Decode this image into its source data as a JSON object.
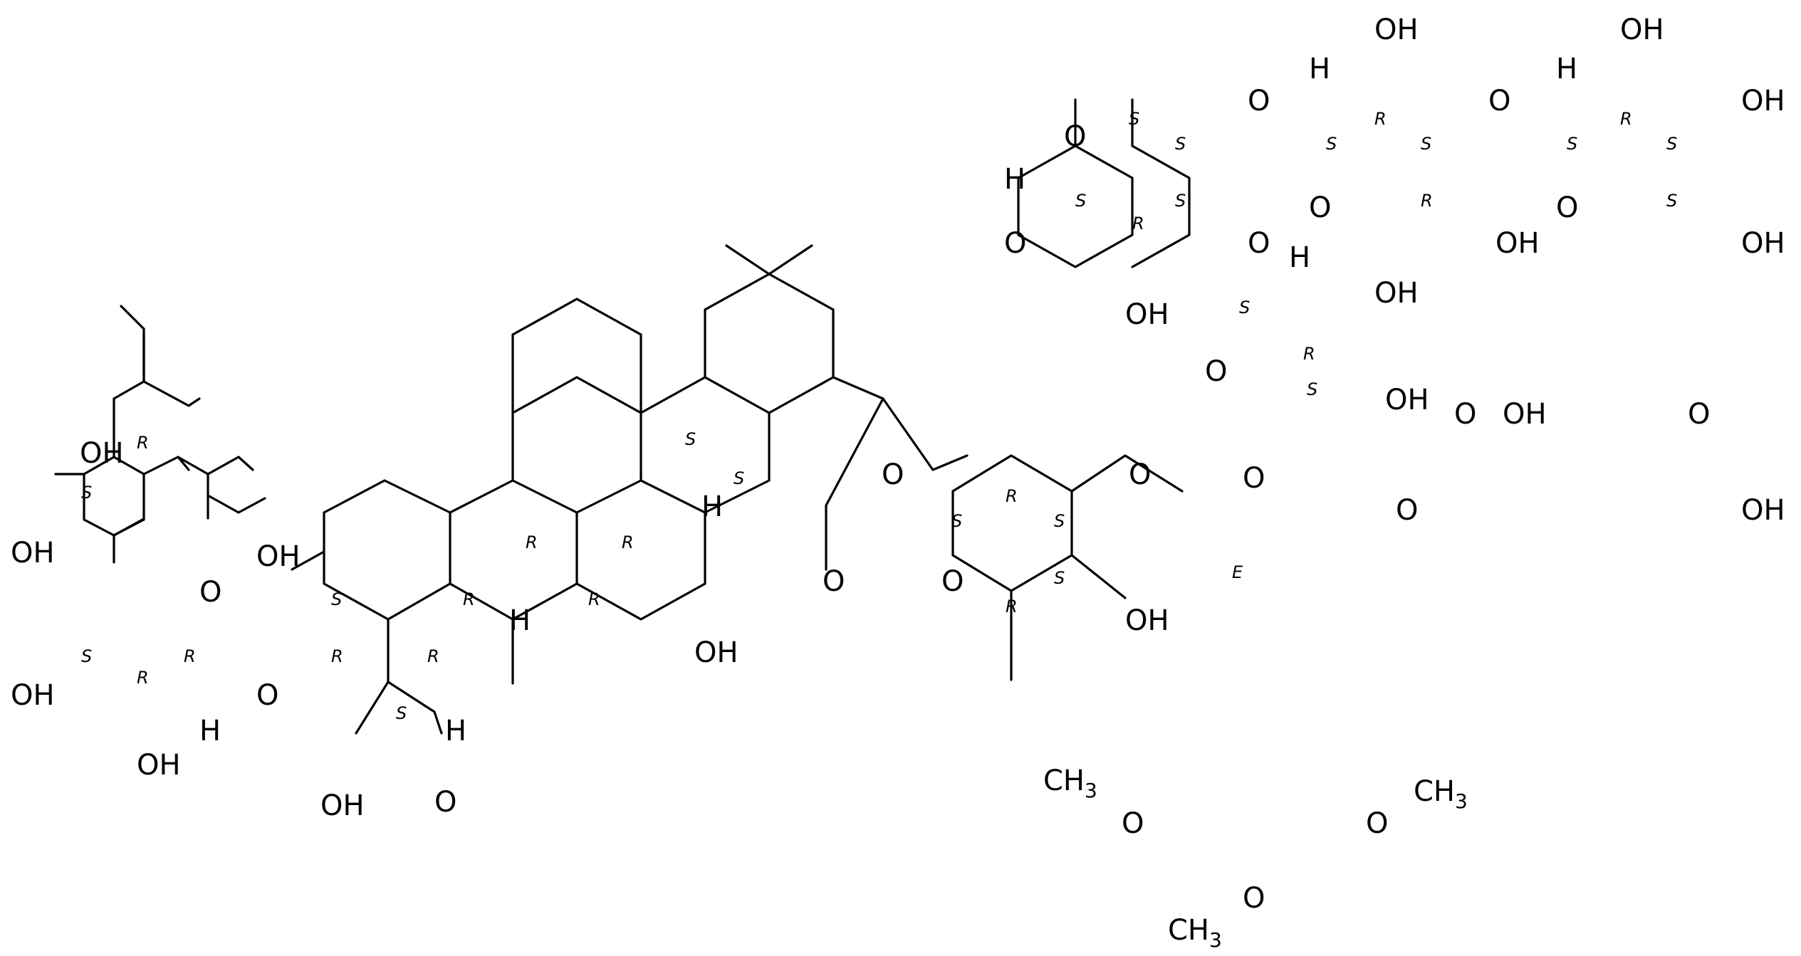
{
  "molecule": {
    "atom_labels": {
      "oh_glc_6": "OH",
      "oh_glc_4": "OH",
      "oh_glc_3": "OH",
      "oh_glc_2": "OH",
      "o_glc_ring": "O",
      "h_glc_1": "H",
      "o_glc_link": "O",
      "oh_c2": "OH",
      "oh_acid": "OH",
      "o_acid": "O",
      "h_c5": "H",
      "h_c9": "H",
      "h_c18": "H",
      "oh_c27": "OH",
      "o_ester_link": "O",
      "o_ester_carbonyl": "O",
      "o_fuc_ring": "O",
      "oh_fuc_4": "OH",
      "o_fuc_3": "O",
      "o_cinnamoyl_carbonyl": "O",
      "o_fuc_2": "O",
      "o_rha_ring": "O",
      "h_rha_1": "H",
      "oh_rha_2": "OH",
      "o_rha_3": "O",
      "o_rha_4": "O",
      "h_xyl_1": "H",
      "oh_xyl_2": "OH",
      "o_xyl_4": "O",
      "o_xyl_ring": "O",
      "oh_xyl_3": "OH",
      "h_xyl2_1": "H",
      "oh_xyl2_2": "OH",
      "oh_xyl2_3": "OH",
      "o_xyl2_ring": "O",
      "oh_xyl2_4": "OH",
      "h_api_1": "H",
      "oh_api_2": "OH",
      "o_api_ring": "O",
      "oh_api_3": "OH",
      "o_hmg_carbonyl": "O",
      "oh_hmg": "OH",
      "o_hmg_acid_carbonyl": "O",
      "o_hmg_ester": "O",
      "oh_hmg_acid": "OH",
      "o_methoxy_left": "O",
      "o_methoxy_right": "O",
      "o_methoxy_bottom": "O"
    },
    "methyl_labels": {
      "ch3_left": "CH",
      "ch3_right": "CH",
      "ch3_bottom": "CH",
      "subscript": "3"
    },
    "stereo_descriptors": {
      "glc_c6": "R",
      "glc_c4": "S",
      "glc_c3": "S",
      "glc_c2": "R",
      "glc_c1": "R",
      "agly_c2": "S",
      "agly_c3": "R",
      "agly_c4": "S",
      "agly_c5": "R",
      "agly_c10": "R",
      "agly_c9": "R",
      "agly_c8": "R",
      "agly_c14": "R",
      "agly_c18": "S",
      "agly_c17": "S",
      "fuc_c1": "S",
      "fuc_c2": "R",
      "fuc_c3": "S",
      "fuc_c4": "S",
      "fuc_c5": "R",
      "alkene": "E",
      "rha_c1": "S",
      "rha_c2": "R",
      "rha_c3": "S",
      "rha_c4": "S",
      "rha_c5": "S",
      "xyl_c1": "S",
      "xyl_c2": "R",
      "xyl_c3": "S",
      "xyl_c4": "R",
      "xyl2_c1": "S",
      "xyl2_c2": "R",
      "xyl2_c3": "S",
      "xyl2_c4": "S",
      "api_c1": "S",
      "api_c2": "R",
      "api_c3": "S"
    }
  }
}
